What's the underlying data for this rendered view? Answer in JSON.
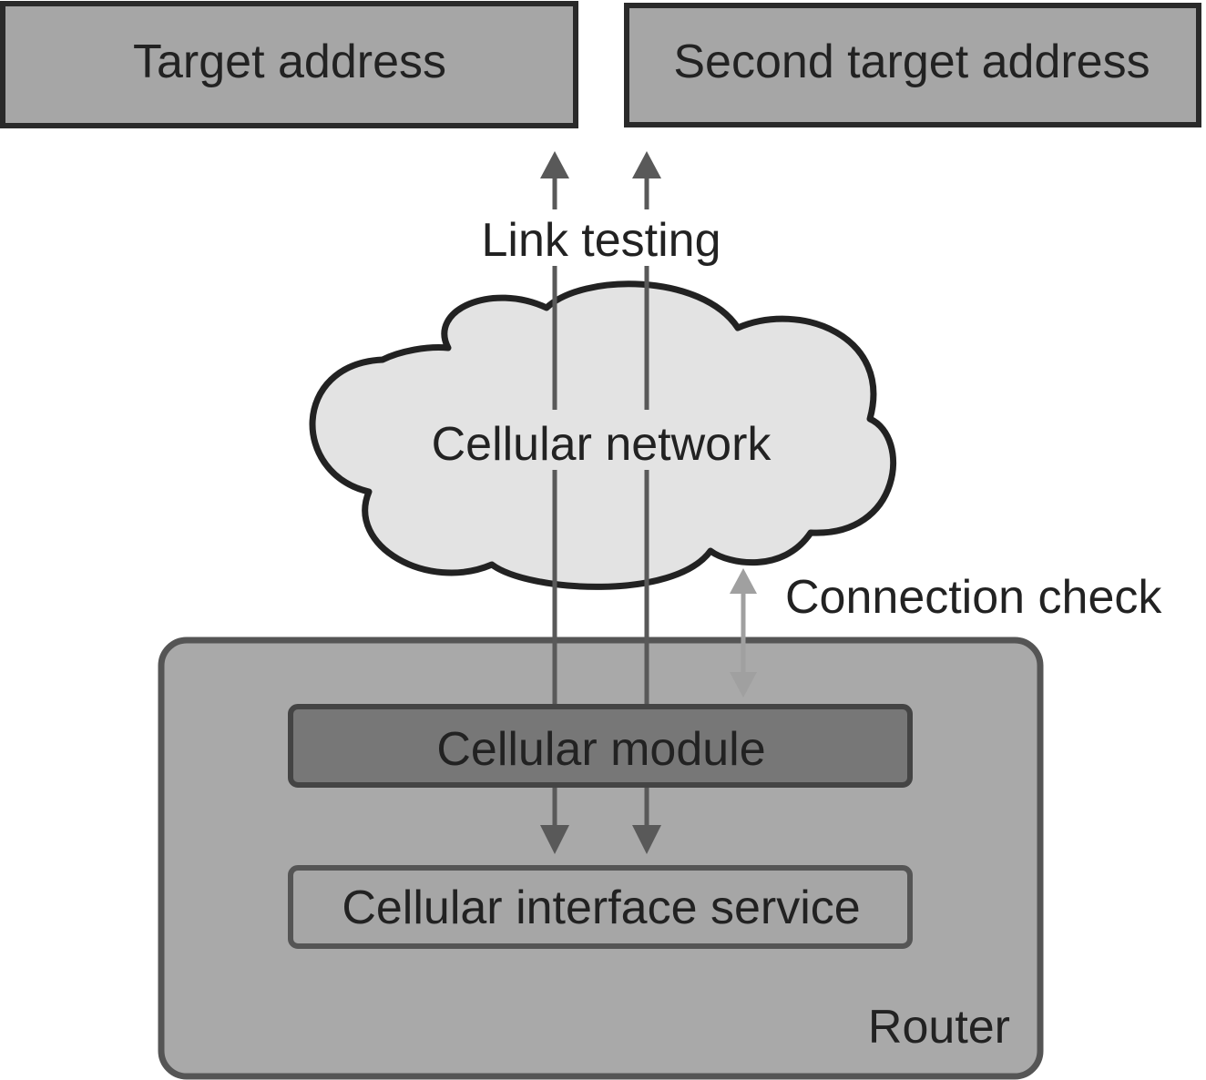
{
  "nodes": {
    "target_address": "Target address",
    "second_target_address": "Second target address",
    "cellular_network": "Cellular network",
    "router": "Router",
    "cellular_module": "Cellular module",
    "cellular_interface_service": "Cellular interface service"
  },
  "edges": {
    "link_testing": "Link testing",
    "connection_check": "Connection check"
  },
  "colors": {
    "box_fill": "#a6a6a6",
    "box_stroke": "#2a2a2a",
    "router_fill": "#a9a9a9",
    "router_stroke": "#555555",
    "module_fill": "#777777",
    "cloud_fill": "#e3e3e3",
    "arrow_dark": "#595959",
    "arrow_light": "#a0a0a0"
  }
}
